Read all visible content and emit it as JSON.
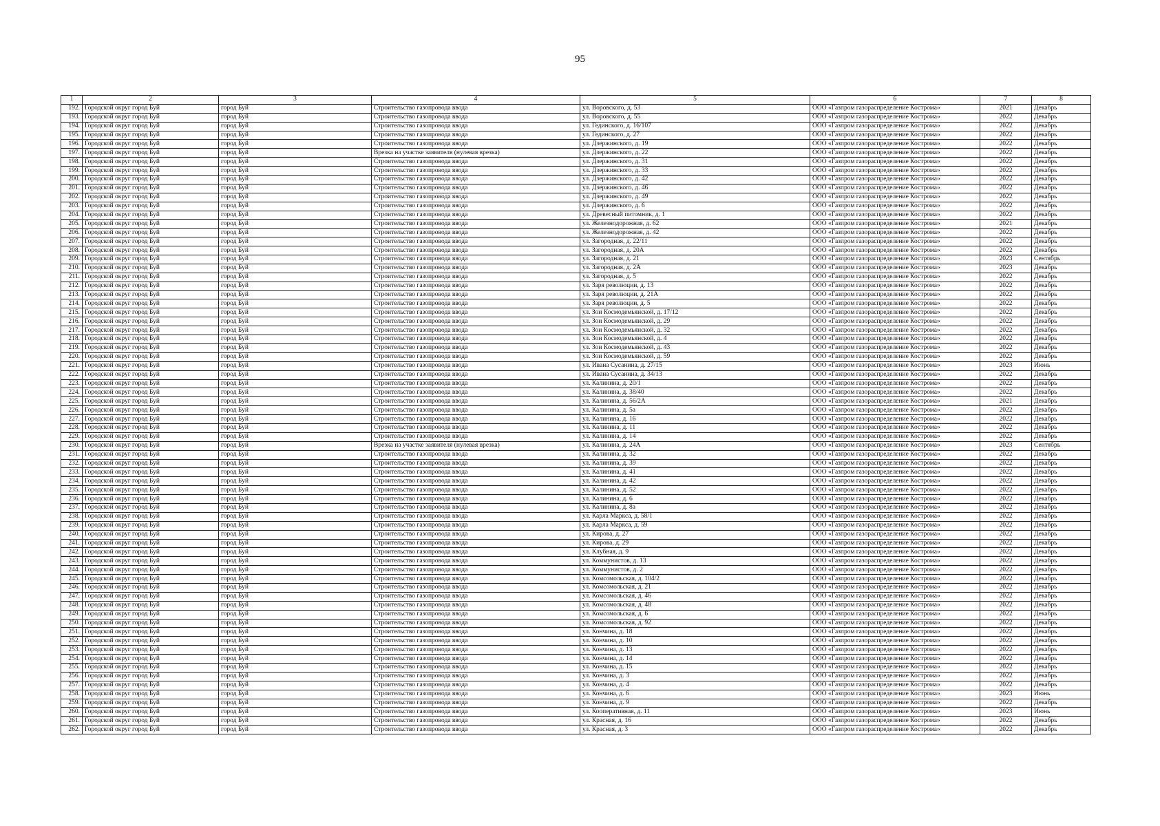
{
  "page_number": "95",
  "columns": [
    "1",
    "2",
    "3",
    "4",
    "5",
    "6",
    "7",
    "8"
  ],
  "rows": [
    [
      "192.",
      "Городской округ город Буй",
      "город Буй",
      "Строительство газопровода ввода",
      "ул. Воровского, д. 53",
      "ООО «Газпром газораспределение Кострома»",
      "2021",
      "Декабрь"
    ],
    [
      "193.",
      "Городской округ город Буй",
      "город Буй",
      "Строительство газопровода ввода",
      "ул. Воровского, д. 55",
      "ООО «Газпром газораспределение Кострома»",
      "2022",
      "Декабрь"
    ],
    [
      "194.",
      "Городской округ город Буй",
      "город Буй",
      "Строительство газопровода ввода",
      "ул. Гединского, д. 16/107",
      "ООО «Газпром газораспределение Кострома»",
      "2022",
      "Декабрь"
    ],
    [
      "195.",
      "Городской округ город Буй",
      "город Буй",
      "Строительство газопровода ввода",
      "ул. Гединского, д. 27",
      "ООО «Газпром газораспределение Кострома»",
      "2022",
      "Декабрь"
    ],
    [
      "196.",
      "Городской округ город Буй",
      "город Буй",
      "Строительство газопровода ввода",
      "ул. Дзержинского, д. 19",
      "ООО «Газпром газораспределение Кострома»",
      "2022",
      "Декабрь"
    ],
    [
      "197.",
      "Городской округ город Буй",
      "город Буй",
      "Врезка на участке заявителя (нулевая врезка)",
      "ул. Дзержинского, д. 22",
      "ООО «Газпром газораспределение Кострома»",
      "2022",
      "Декабрь"
    ],
    [
      "198.",
      "Городской округ город Буй",
      "город Буй",
      "Строительство газопровода ввода",
      "ул. Дзержинского, д. 31",
      "ООО «Газпром газораспределение Кострома»",
      "2022",
      "Декабрь"
    ],
    [
      "199.",
      "Городской округ город Буй",
      "город Буй",
      "Строительство газопровода ввода",
      "ул. Дзержинского, д. 33",
      "ООО «Газпром газораспределение Кострома»",
      "2022",
      "Декабрь"
    ],
    [
      "200.",
      "Городской округ город Буй",
      "город Буй",
      "Строительство газопровода ввода",
      "ул. Дзержинского, д. 42",
      "ООО «Газпром газораспределение Кострома»",
      "2022",
      "Декабрь"
    ],
    [
      "201.",
      "Городской округ город Буй",
      "город Буй",
      "Строительство газопровода ввода",
      "ул. Дзержинского, д. 46",
      "ООО «Газпром газораспределение Кострома»",
      "2022",
      "Декабрь"
    ],
    [
      "202.",
      "Городской округ город Буй",
      "город Буй",
      "Строительство газопровода ввода",
      "ул. Дзержинского, д. 49",
      "ООО «Газпром газораспределение Кострома»",
      "2022",
      "Декабрь"
    ],
    [
      "203.",
      "Городской округ город Буй",
      "город Буй",
      "Строительство газопровода ввода",
      "ул. Дзержинского, д. 6",
      "ООО «Газпром газораспределение Кострома»",
      "2022",
      "Декабрь"
    ],
    [
      "204.",
      "Городской округ город Буй",
      "город Буй",
      "Строительство газопровода ввода",
      "ул. Древесный питомник, д. 1",
      "ООО «Газпром газораспределение Кострома»",
      "2022",
      "Декабрь"
    ],
    [
      "205.",
      "Городской округ город Буй",
      "город Буй",
      "Строительство газопровода ввода",
      "ул. Железнодорожная, д. 62",
      "ООО «Газпром газораспределение Кострома»",
      "2021",
      "Декабрь"
    ],
    [
      "206.",
      "Городской округ город Буй",
      "город Буй",
      "Строительство газопровода ввода",
      "ул. Железнодорожная, д. 42",
      "ООО «Газпром газораспределение Кострома»",
      "2022",
      "Декабрь"
    ],
    [
      "207.",
      "Городской округ город Буй",
      "город Буй",
      "Строительство газопровода ввода",
      "ул. Загородная, д. 22/11",
      "ООО «Газпром газораспределение Кострома»",
      "2022",
      "Декабрь"
    ],
    [
      "208.",
      "Городской округ город Буй",
      "город Буй",
      "Строительство газопровода ввода",
      "ул. Загородная, д. 20А",
      "ООО «Газпром газораспределение Кострома»",
      "2022",
      "Декабрь"
    ],
    [
      "209.",
      "Городской округ город Буй",
      "город Буй",
      "Строительство газопровода ввода",
      "ул. Загородная, д. 21",
      "ООО «Газпром газораспределение Кострома»",
      "2023",
      "Сентябрь"
    ],
    [
      "210.",
      "Городской округ город Буй",
      "город Буй",
      "Строительство газопровода ввода",
      "ул. Загородная, д. 2А",
      "ООО «Газпром газораспределение Кострома»",
      "2023",
      "Декабрь"
    ],
    [
      "211.",
      "Городской округ город Буй",
      "город Буй",
      "Строительство газопровода ввода",
      "ул. Загородная, д. 5",
      "ООО «Газпром газораспределение Кострома»",
      "2022",
      "Декабрь"
    ],
    [
      "212.",
      "Городской округ город Буй",
      "город Буй",
      "Строительство газопровода ввода",
      "ул. Заря революции, д. 13",
      "ООО «Газпром газораспределение Кострома»",
      "2022",
      "Декабрь"
    ],
    [
      "213.",
      "Городской округ город Буй",
      "город Буй",
      "Строительство газопровода ввода",
      "ул. Заря революции, д. 21А",
      "ООО «Газпром газораспределение Кострома»",
      "2022",
      "Декабрь"
    ],
    [
      "214.",
      "Городской округ город Буй",
      "город Буй",
      "Строительство газопровода ввода",
      "ул. Заря революции, д. 5",
      "ООО «Газпром газораспределение Кострома»",
      "2022",
      "Декабрь"
    ],
    [
      "215.",
      "Городской округ город Буй",
      "город Буй",
      "Строительство газопровода ввода",
      "ул. Зои Космодемьянской, д. 17/12",
      "ООО «Газпром газораспределение Кострома»",
      "2022",
      "Декабрь"
    ],
    [
      "216.",
      "Городской округ город Буй",
      "город Буй",
      "Строительство газопровода ввода",
      "ул. Зои Космодемьянской, д. 29",
      "ООО «Газпром газораспределение Кострома»",
      "2022",
      "Декабрь"
    ],
    [
      "217.",
      "Городской округ город Буй",
      "город Буй",
      "Строительство газопровода ввода",
      "ул. Зои Космодемьянской, д. 32",
      "ООО «Газпром газораспределение Кострома»",
      "2022",
      "Декабрь"
    ],
    [
      "218.",
      "Городской округ город Буй",
      "город Буй",
      "Строительство газопровода ввода",
      "ул. Зои Космодемьянской, д. 4",
      "ООО «Газпром газораспределение Кострома»",
      "2022",
      "Декабрь"
    ],
    [
      "219.",
      "Городской округ город Буй",
      "город Буй",
      "Строительство газопровода ввода",
      "ул. Зои Космодемьянской, д. 43",
      "ООО «Газпром газораспределение Кострома»",
      "2022",
      "Декабрь"
    ],
    [
      "220.",
      "Городской округ город Буй",
      "город Буй",
      "Строительство газопровода ввода",
      "ул. Зои Космодемьянской, д. 59",
      "ООО «Газпром газораспределение Кострома»",
      "2022",
      "Декабрь"
    ],
    [
      "221.",
      "Городской округ город Буй",
      "город Буй",
      "Строительство газопровода ввода",
      "ул. Ивана Сусанина, д. 27/15",
      "ООО «Газпром газораспределение Кострома»",
      "2023",
      "Июнь"
    ],
    [
      "222.",
      "Городской округ город Буй",
      "город Буй",
      "Строительство газопровода ввода",
      "ул. Ивана Сусанина, д. 34/13",
      "ООО «Газпром газораспределение Кострома»",
      "2022",
      "Декабрь"
    ],
    [
      "223.",
      "Городской округ город Буй",
      "город Буй",
      "Строительство газопровода ввода",
      "ул. Калинина, д. 20/1",
      "ООО «Газпром газораспределение Кострома»",
      "2022",
      "Декабрь"
    ],
    [
      "224.",
      "Городской округ город Буй",
      "город Буй",
      "Строительство газопровода ввода",
      "ул. Калинина, д. 38/40",
      "ООО «Газпром газораспределение Кострома»",
      "2022",
      "Декабрь"
    ],
    [
      "225.",
      "Городской округ город Буй",
      "город Буй",
      "Строительство газопровода ввода",
      "ул. Калинина, д. 56/2А",
      "ООО «Газпром газораспределение Кострома»",
      "2021",
      "Декабрь"
    ],
    [
      "226.",
      "Городской округ город Буй",
      "город Буй",
      "Строительство газопровода ввода",
      "ул. Калинина, д. 5а",
      "ООО «Газпром газораспределение Кострома»",
      "2022",
      "Декабрь"
    ],
    [
      "227.",
      "Городской округ город Буй",
      "город Буй",
      "Строительство газопровода ввода",
      "ул. Калинина, д. 16",
      "ООО «Газпром газораспределение Кострома»",
      "2022",
      "Декабрь"
    ],
    [
      "228.",
      "Городской округ город Буй",
      "город Буй",
      "Строительство газопровода ввода",
      "ул. Калинина, д. 11",
      "ООО «Газпром газораспределение Кострома»",
      "2022",
      "Декабрь"
    ],
    [
      "229.",
      "Городской округ город Буй",
      "город Буй",
      "Строительство газопровода ввода",
      "ул. Калинина, д. 14",
      "ООО «Газпром газораспределение Кострома»",
      "2022",
      "Декабрь"
    ],
    [
      "230.",
      "Городской округ город Буй",
      "город Буй",
      "Врезка на участке заявителя (нулевая врезка)",
      "ул. Калинина, д. 24А",
      "ООО «Газпром газораспределение Кострома»",
      "2023",
      "Сентябрь"
    ],
    [
      "231.",
      "Городской округ город Буй",
      "город Буй",
      "Строительство газопровода ввода",
      "ул. Калинина, д. 32",
      "ООО «Газпром газораспределение Кострома»",
      "2022",
      "Декабрь"
    ],
    [
      "232.",
      "Городской округ город Буй",
      "город Буй",
      "Строительство газопровода ввода",
      "ул. Калинина, д. 39",
      "ООО «Газпром газораспределение Кострома»",
      "2022",
      "Декабрь"
    ],
    [
      "233.",
      "Городской округ город Буй",
      "город Буй",
      "Строительство газопровода ввода",
      "ул. Калинина, д. 41",
      "ООО «Газпром газораспределение Кострома»",
      "2022",
      "Декабрь"
    ],
    [
      "234.",
      "Городской округ город Буй",
      "город Буй",
      "Строительство газопровода ввода",
      "ул. Калинина, д. 42",
      "ООО «Газпром газораспределение Кострома»",
      "2022",
      "Декабрь"
    ],
    [
      "235.",
      "Городской округ город Буй",
      "город Буй",
      "Строительство газопровода ввода",
      "ул. Калинина, д. 52",
      "ООО «Газпром газораспределение Кострома»",
      "2022",
      "Декабрь"
    ],
    [
      "236.",
      "Городской округ город Буй",
      "город Буй",
      "Строительство газопровода ввода",
      "ул. Калинина, д. 6",
      "ООО «Газпром газораспределение Кострома»",
      "2022",
      "Декабрь"
    ],
    [
      "237.",
      "Городской округ город Буй",
      "город Буй",
      "Строительство газопровода ввода",
      "ул. Калинина, д. 8а",
      "ООО «Газпром газораспределение Кострома»",
      "2022",
      "Декабрь"
    ],
    [
      "238.",
      "Городской округ город Буй",
      "город Буй",
      "Строительство газопровода ввода",
      "ул. Карла Маркса, д. 58/1",
      "ООО «Газпром газораспределение Кострома»",
      "2022",
      "Декабрь"
    ],
    [
      "239.",
      "Городской округ город Буй",
      "город Буй",
      "Строительство газопровода ввода",
      "ул. Карла Маркса, д. 59",
      "ООО «Газпром газораспределение Кострома»",
      "2022",
      "Декабрь"
    ],
    [
      "240.",
      "Городской округ город Буй",
      "город Буй",
      "Строительство газопровода ввода",
      "ул. Кирова, д. 27",
      "ООО «Газпром газораспределение Кострома»",
      "2022",
      "Декабрь"
    ],
    [
      "241.",
      "Городской округ город Буй",
      "город Буй",
      "Строительство газопровода ввода",
      "ул. Кирова, д. 29",
      "ООО «Газпром газораспределение Кострома»",
      "2022",
      "Декабрь"
    ],
    [
      "242.",
      "Городской округ город Буй",
      "город Буй",
      "Строительство газопровода ввода",
      "ул. Клубная, д. 9",
      "ООО «Газпром газораспределение Кострома»",
      "2022",
      "Декабрь"
    ],
    [
      "243.",
      "Городской округ город Буй",
      "город Буй",
      "Строительство газопровода ввода",
      "ул. Коммунистов, д. 13",
      "ООО «Газпром газораспределение Кострома»",
      "2022",
      "Декабрь"
    ],
    [
      "244.",
      "Городской округ город Буй",
      "город Буй",
      "Строительство газопровода ввода",
      "ул. Коммунистов, д. 2",
      "ООО «Газпром газораспределение Кострома»",
      "2022",
      "Декабрь"
    ],
    [
      "245.",
      "Городской округ город Буй",
      "город Буй",
      "Строительство газопровода ввода",
      "ул. Комсомольская, д. 104/2",
      "ООО «Газпром газораспределение Кострома»",
      "2022",
      "Декабрь"
    ],
    [
      "246.",
      "Городской округ город Буй",
      "город Буй",
      "Строительство газопровода ввода",
      "ул. Комсомольская, д. 21",
      "ООО «Газпром газораспределение Кострома»",
      "2022",
      "Декабрь"
    ],
    [
      "247.",
      "Городской округ город Буй",
      "город Буй",
      "Строительство газопровода ввода",
      "ул. Комсомольская, д. 46",
      "ООО «Газпром газораспределение Кострома»",
      "2022",
      "Декабрь"
    ],
    [
      "248.",
      "Городской округ город Буй",
      "город Буй",
      "Строительство газопровода ввода",
      "ул. Комсомольская, д. 48",
      "ООО «Газпром газораспределение Кострома»",
      "2022",
      "Декабрь"
    ],
    [
      "249.",
      "Городской округ город Буй",
      "город Буй",
      "Строительство газопровода ввода",
      "ул. Комсомольская, д. 6",
      "ООО «Газпром газораспределение Кострома»",
      "2022",
      "Декабрь"
    ],
    [
      "250.",
      "Городской округ город Буй",
      "город Буй",
      "Строительство газопровода ввода",
      "ул. Комсомольская, д. 92",
      "ООО «Газпром газораспределение Кострома»",
      "2022",
      "Декабрь"
    ],
    [
      "251.",
      "Городской округ город Буй",
      "город Буй",
      "Строительство газопровода ввода",
      "ул. Кончина, д. 18",
      "ООО «Газпром газораспределение Кострома»",
      "2022",
      "Декабрь"
    ],
    [
      "252.",
      "Городской округ город Буй",
      "город Буй",
      "Строительство газопровода ввода",
      "ул. Кончина, д. 10",
      "ООО «Газпром газораспределение Кострома»",
      "2022",
      "Декабрь"
    ],
    [
      "253.",
      "Городской округ город Буй",
      "город Буй",
      "Строительство газопровода ввода",
      "ул. Кончина, д. 13",
      "ООО «Газпром газораспределение Кострома»",
      "2022",
      "Декабрь"
    ],
    [
      "254.",
      "Городской округ город Буй",
      "город Буй",
      "Строительство газопровода ввода",
      "ул. Кончина, д. 14",
      "ООО «Газпром газораспределение Кострома»",
      "2022",
      "Декабрь"
    ],
    [
      "255.",
      "Городской округ город Буй",
      "город Буй",
      "Строительство газопровода ввода",
      "ул. Кончина, д. 15",
      "ООО «Газпром газораспределение Кострома»",
      "2022",
      "Декабрь"
    ],
    [
      "256.",
      "Городской округ город Буй",
      "город Буй",
      "Строительство газопровода ввода",
      "ул. Кончина, д. 3",
      "ООО «Газпром газораспределение Кострома»",
      "2022",
      "Декабрь"
    ],
    [
      "257.",
      "Городской округ город Буй",
      "город Буй",
      "Строительство газопровода ввода",
      "ул. Кончина, д. 4",
      "ООО «Газпром газораспределение Кострома»",
      "2022",
      "Декабрь"
    ],
    [
      "258.",
      "Городской округ город Буй",
      "город Буй",
      "Строительство газопровода ввода",
      "ул. Кончина, д. 6",
      "ООО «Газпром газораспределение Кострома»",
      "2023",
      "Июнь"
    ],
    [
      "259.",
      "Городской округ город Буй",
      "город Буй",
      "Строительство газопровода ввода",
      "ул. Кончина, д. 9",
      "ООО «Газпром газораспределение Кострома»",
      "2022",
      "Декабрь"
    ],
    [
      "260.",
      "Городской округ город Буй",
      "город Буй",
      "Строительство газопровода ввода",
      "ул. Кооперативная, д. 11",
      "ООО «Газпром газораспределение Кострома»",
      "2023",
      "Июнь"
    ],
    [
      "261.",
      "Городской округ город Буй",
      "город Буй",
      "Строительство газопровода ввода",
      "ул. Красная, д. 16",
      "ООО «Газпром газораспределение Кострома»",
      "2022",
      "Декабрь"
    ],
    [
      "262.",
      "Городской округ город Буй",
      "город Буй",
      "Строительство газопровода ввода",
      "ул. Красная, д. 3",
      "ООО «Газпром газораспределение Кострома»",
      "2022",
      "Декабрь"
    ]
  ]
}
